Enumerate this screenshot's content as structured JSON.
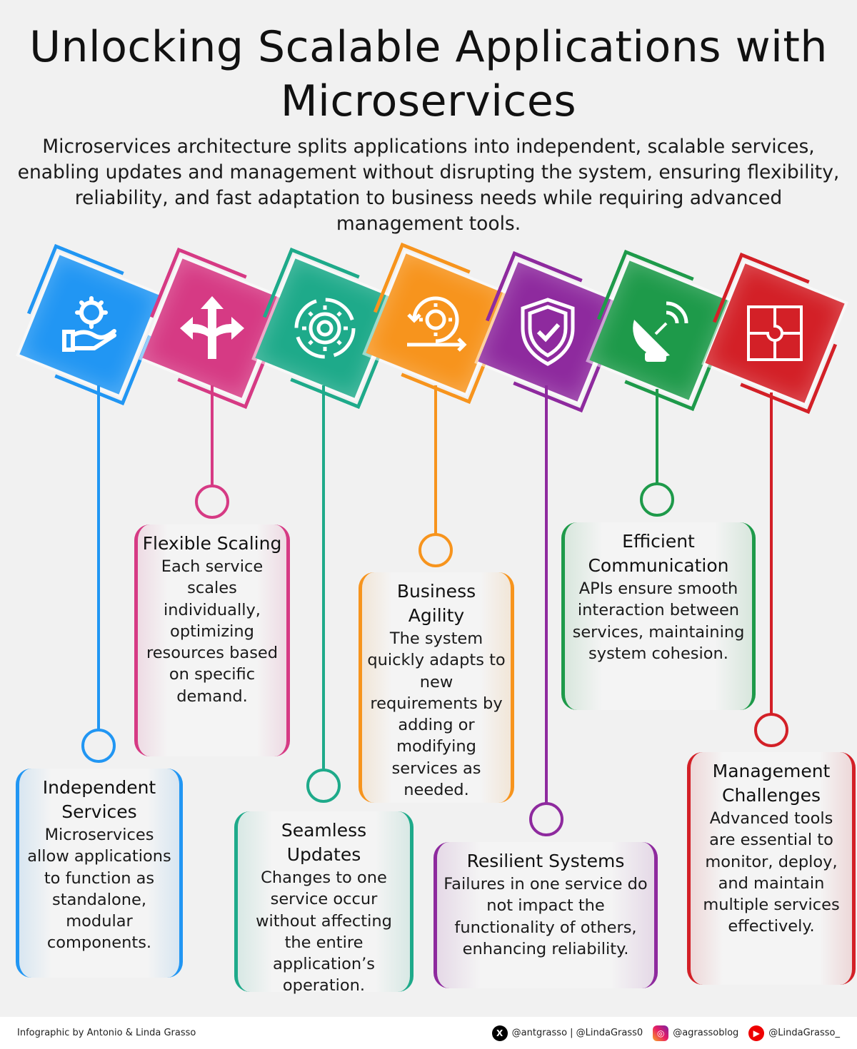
{
  "title": "Unlocking Scalable Applications with Microservices",
  "subtitle": "Microservices architecture splits applications into independent, scalable services, enabling updates and management without disrupting the system, ensuring flexibility, reliability, and fast adaptation to business needs while requiring advanced management tools.",
  "items": [
    {
      "title": "Independent Services",
      "text": "Microservices allow applications to function as standalone, modular components.",
      "color": "#2196f3",
      "icon": "gear-hand-icon"
    },
    {
      "title": "Flexible Scaling",
      "text": "Each service scales individually, optimizing resources based on specific demand.",
      "color": "#d63a84",
      "icon": "split-arrows-icon"
    },
    {
      "title": "Seamless Updates",
      "text": "Changes to one service occur without affecting the entire application’s operation.",
      "color": "#1eaa8a",
      "icon": "gear-cycle-icon"
    },
    {
      "title": "Business Agility",
      "text": "The system quickly adapts to new requirements by adding or modifying services as needed.",
      "color": "#f7941d",
      "icon": "gear-loop-arrow-icon"
    },
    {
      "title": "Resilient Systems",
      "text": "Failures in one service do not impact the functionality of others, enhancing reliability.",
      "color": "#8e2a9e",
      "icon": "shield-check-icon"
    },
    {
      "title": "Efficient Communication",
      "text": "APIs ensure smooth interaction between services, maintaining system cohesion.",
      "color": "#1e9a4a",
      "icon": "satellite-dish-icon"
    },
    {
      "title": "Management Challenges",
      "text": "Advanced tools are essential to monitor, deploy, and maintain multiple services effectively.",
      "color": "#d32027",
      "icon": "puzzle-icon"
    }
  ],
  "footer": {
    "credit": "Infographic by Antonio & Linda Grasso",
    "x_handles": "@antgrasso | @LindaGrass0",
    "instagram": "@agrassoblog",
    "youtube": "@LindaGrasso_"
  }
}
